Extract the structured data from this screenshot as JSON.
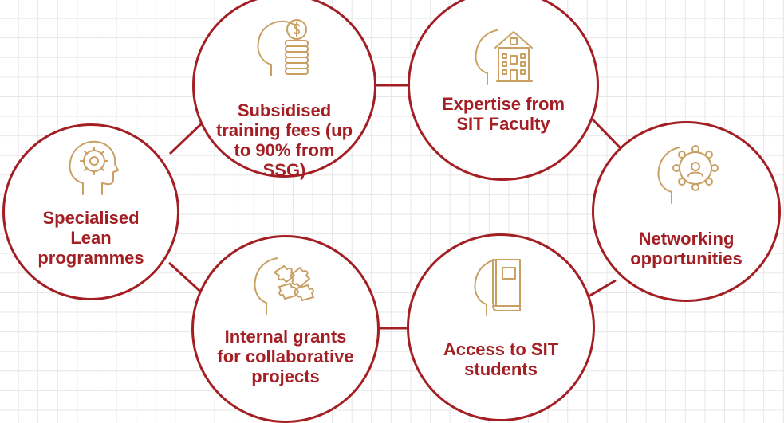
{
  "colors": {
    "accent": "#a31f24",
    "icon": "#c9a064",
    "grid": "#e6e6e6"
  },
  "nodes": [
    {
      "id": "lean",
      "icon": "gear-head-icon",
      "label": "Specialised\nLean\nprogrammes"
    },
    {
      "id": "fees",
      "icon": "coins-head-icon",
      "label": "Subsidised\ntraining fees (up\nto 90% from\nSSG)"
    },
    {
      "id": "faculty",
      "icon": "building-head-icon",
      "label": "Expertise from\nSIT Faculty"
    },
    {
      "id": "network",
      "icon": "network-head-icon",
      "label": "Networking\nopportunities"
    },
    {
      "id": "grants",
      "icon": "puzzle-head-icon",
      "label": "Internal grants\nfor collaborative\nprojects"
    },
    {
      "id": "students",
      "icon": "book-head-icon",
      "label": "Access to SIT\nstudents"
    }
  ]
}
